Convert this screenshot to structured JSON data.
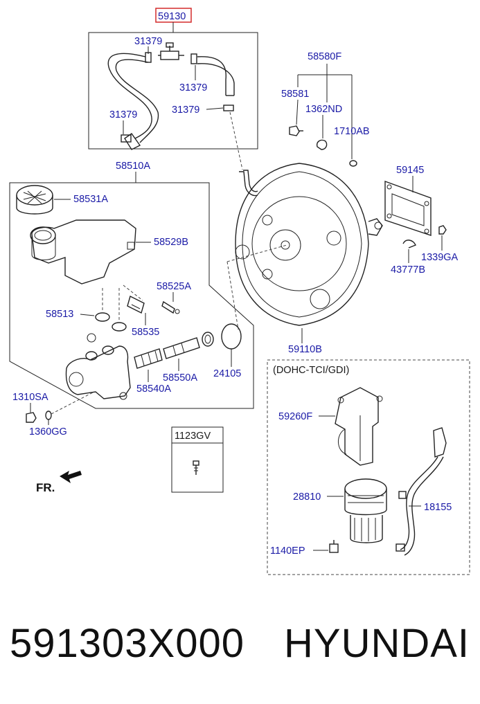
{
  "diagram": {
    "highlight_color": "#d42a2a",
    "label_color": "#1a1aa6",
    "labels": {
      "p59130": "59130",
      "p31379_a": "31379",
      "p31379_b": "31379",
      "p31379_c": "31379",
      "p31379_d": "31379",
      "p58580F": "58580F",
      "p58581": "58581",
      "p1362ND": "1362ND",
      "p1710AB": "1710AB",
      "p58510A": "58510A",
      "p59145": "59145",
      "p58531A": "58531A",
      "p58529B": "58529B",
      "p1339GA": "1339GA",
      "p43777B": "43777B",
      "p58525A": "58525A",
      "p58513": "58513",
      "p58535": "58535",
      "p59110B": "59110B",
      "p24105": "24105",
      "p58550A": "58550A",
      "p58540A": "58540A",
      "p1310SA": "1310SA",
      "p1360GG": "1360GG",
      "p1123GV": "1123GV",
      "fr": "FR.",
      "variant": "(DOHC-TCI/GDI)",
      "p59260F": "59260F",
      "p28810": "28810",
      "p18155": "18155",
      "p1140EP": "1140EP"
    }
  },
  "footer": {
    "part_number": "591303X000",
    "brand": "HYUNDAI"
  }
}
